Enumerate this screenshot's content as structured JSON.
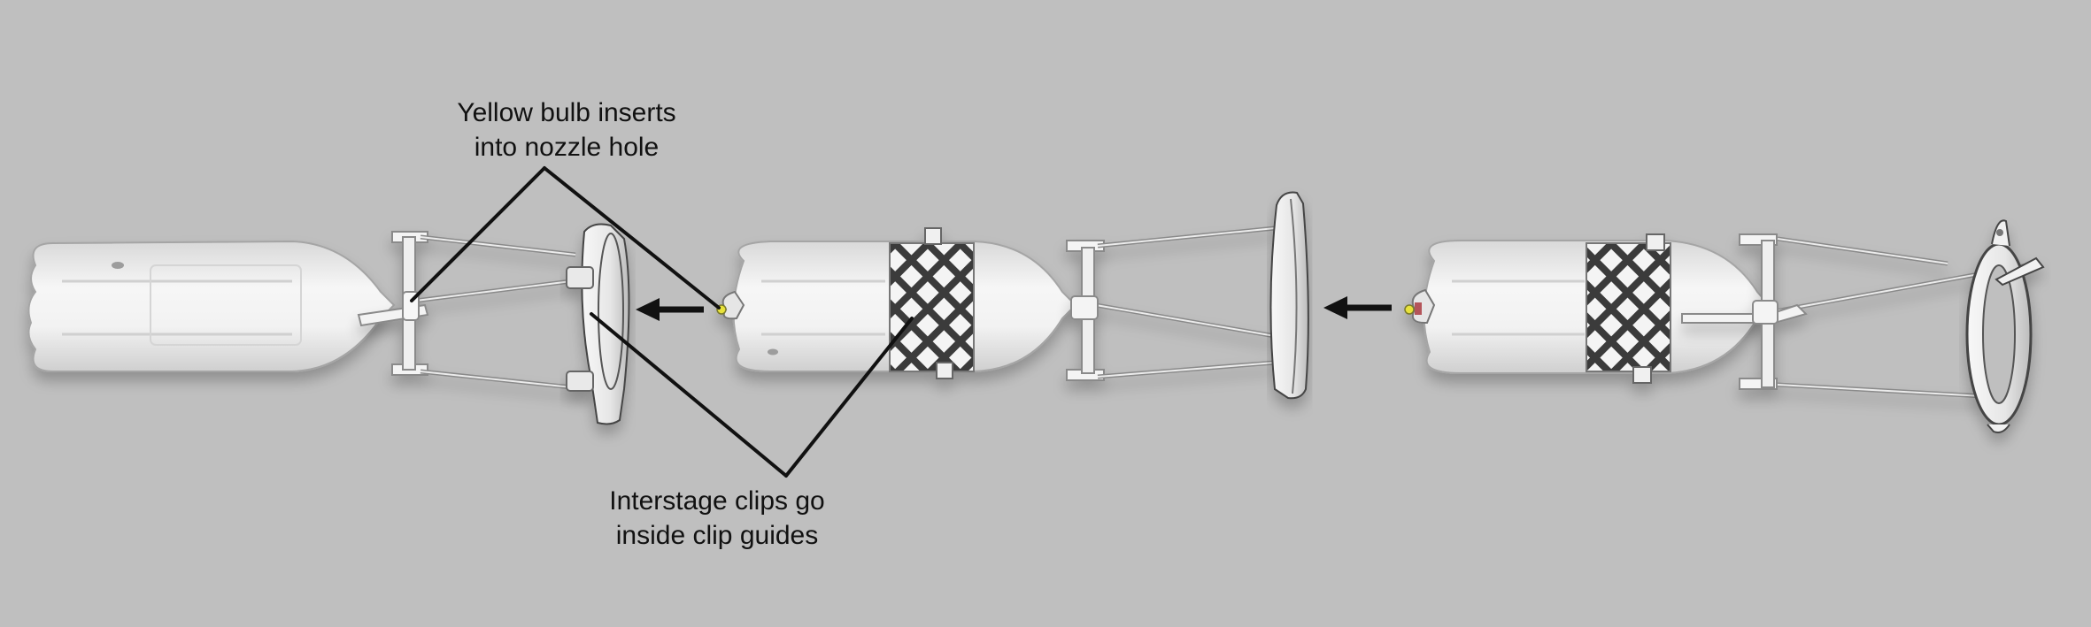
{
  "annotations": {
    "bulb": {
      "line1": "Yellow bulb inserts",
      "line2": "into nozzle hole"
    },
    "clips": {
      "line1": "Interstage clips go",
      "line2": "inside clip guides"
    }
  },
  "colors": {
    "background": "#bfbfbf",
    "part_body": "#ededed",
    "part_outline": "#9a9a9a",
    "leader_line": "#111111",
    "bulb": "#e8e23a",
    "nozzle_accent": "#b4555a"
  },
  "icons": [
    "assembly-arrow-icon",
    "assembly-arrow-icon"
  ]
}
